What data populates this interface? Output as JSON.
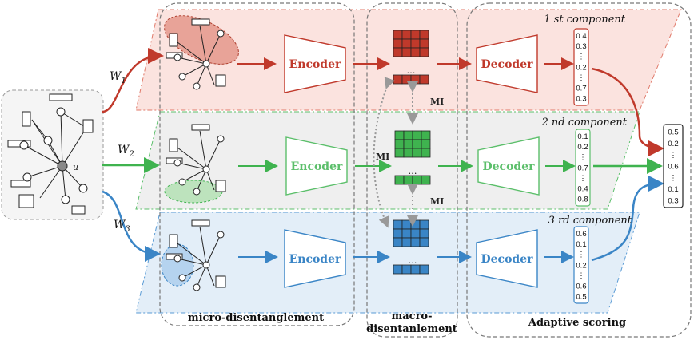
{
  "input_graph": {
    "node_label": "u"
  },
  "weights": [
    {
      "label": "W",
      "sub": "1"
    },
    {
      "label": "W",
      "sub": "2"
    },
    {
      "label": "W",
      "sub": "3"
    }
  ],
  "components": [
    {
      "title": "1 st component",
      "encoder": "Encoder",
      "decoder": "Decoder",
      "color": "#c0392b",
      "bg": "#fbe3df",
      "scores": [
        "0.4",
        "0.3",
        "⋮",
        "0.2",
        "⋮",
        "0.7",
        "0.3"
      ]
    },
    {
      "title": "2 nd component",
      "encoder": "Encoder",
      "decoder": "Decoder",
      "color": "#3fb34f",
      "bg": "#eeeeee",
      "scores": [
        "0.1",
        "0.2",
        "⋮",
        "0.7",
        "⋮",
        "0.4",
        "0.8"
      ]
    },
    {
      "title": "3 rd component",
      "encoder": "Encoder",
      "decoder": "Decoder",
      "color": "#3a85c6",
      "bg": "#e3eef8",
      "scores": [
        "0.6",
        "0.1",
        "⋮",
        "0.2",
        "⋮",
        "0.6",
        "0.5"
      ]
    }
  ],
  "mi_labels": [
    "MI",
    "MI",
    "MI"
  ],
  "dots": "…",
  "sections": {
    "micro": "micro-disentanglement",
    "macro_line1": "macro-",
    "macro_line2": "disentanlement",
    "adaptive": "Adaptive scoring"
  },
  "final_scores": [
    "0.5",
    "0.2",
    "⋮",
    "0.6",
    "⋮",
    "0.1",
    "0.3"
  ]
}
